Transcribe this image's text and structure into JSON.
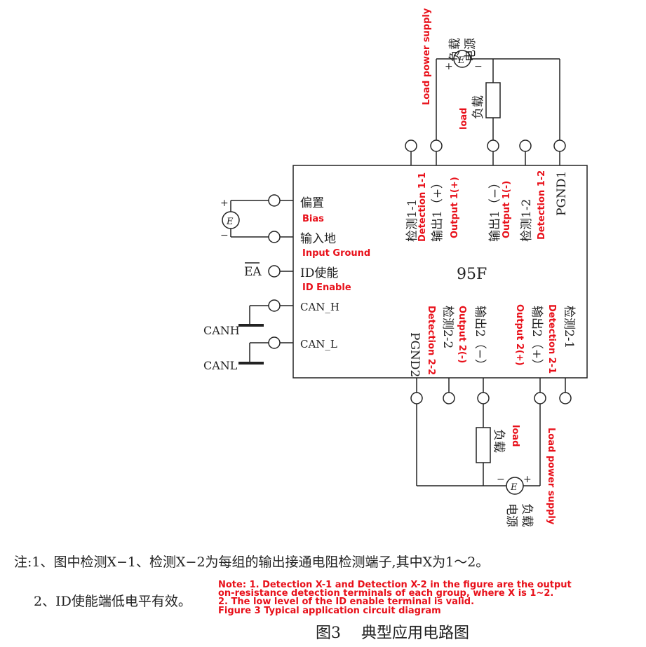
{
  "module": {
    "model": "95F"
  },
  "pins_top": {
    "det1_1": "检测1-1",
    "det1_1_en": "Detection 1-1",
    "out1_pos": "输出1（+）",
    "out1_pos_en": "Output 1(+)",
    "out1_neg": "输出1（−）",
    "out1_neg_en": "Output 1(-)",
    "det1_2": "检测1-2",
    "det1_2_en": "Detection 1-2",
    "pgnd1": "PGND1"
  },
  "pins_bottom": {
    "pgnd2": "PGND2",
    "det2_2": "检测2-2",
    "det2_2_en": "Detection 2-2",
    "out2_neg": "输出2（−）",
    "out2_neg_en": "Output 2(-)",
    "out2_pos": "输出2（+）",
    "out2_pos_en": "Output 2(+)",
    "det2_1": "检测2-1",
    "det2_1_en": "Detection 2-1"
  },
  "pins_left": {
    "bias": "偏置",
    "bias_en": "Bias",
    "input_ground": "输入地",
    "input_ground_en": "Input Ground",
    "id_enable": "ID使能",
    "id_enable_en": "ID Enable",
    "can_h": "CAN_H",
    "can_l": "CAN_L"
  },
  "external": {
    "ea": "EA",
    "source_symbol": "E",
    "plus": "+",
    "minus": "−",
    "canh": "CANH",
    "canl": "CANL",
    "load_power_cn_1": "负载",
    "load_power_cn_2": "电源",
    "load_power_en": "Load power supply",
    "load_cn": "负载",
    "load_en": "load"
  },
  "notes": {
    "line1_cn": "注:1、图中检测X−1、检测X−2为每组的输出接通电阻检测端子,其中X为1～2。",
    "line2_cn": "2、ID使能端低电平有效。",
    "line1_en": "Note: 1. Detection X-1 and Detection X-2 in the figure are the output",
    "line2_en": "on-resistance detection terminals of each group, where X is 1~2.",
    "line3_en": "2. The low level of the ID enable terminal is valid.",
    "line4_en": "Figure 3 Typical application circuit diagram"
  },
  "figure": {
    "caption": "图3　 典型应用电路图"
  }
}
